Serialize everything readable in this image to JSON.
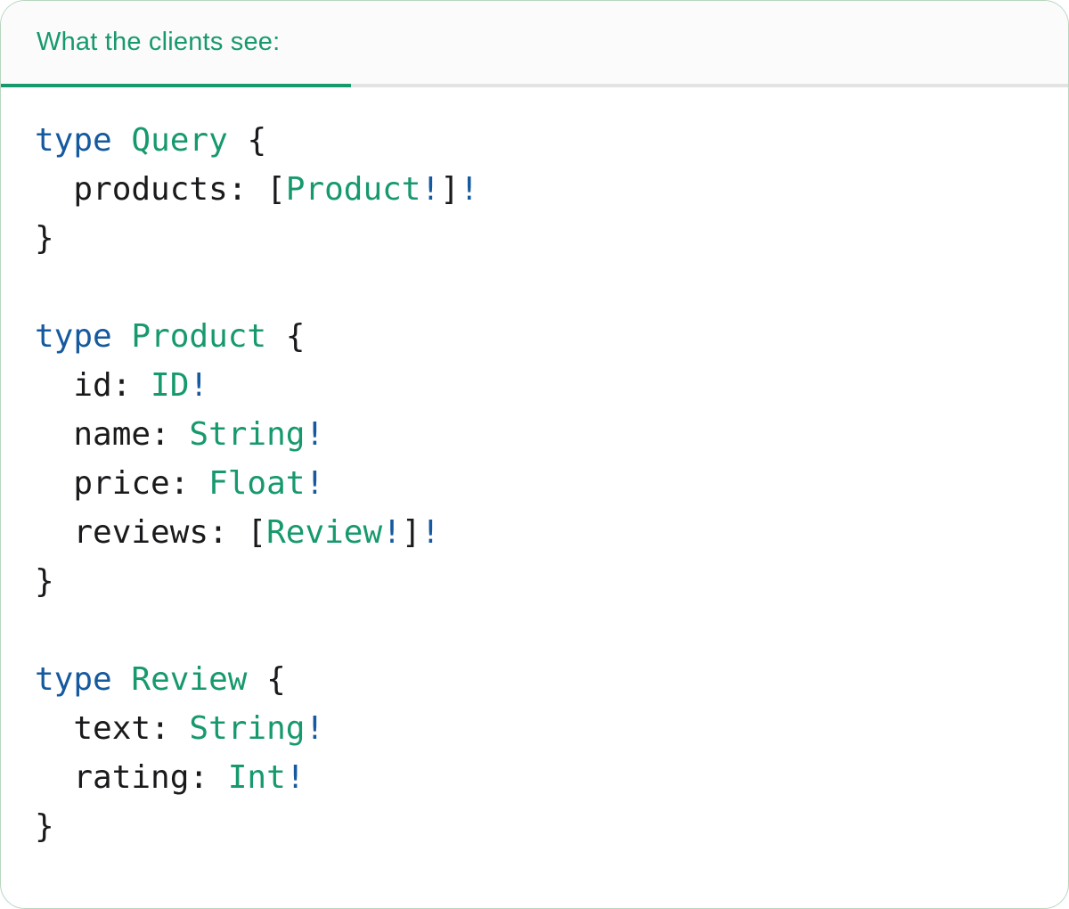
{
  "panel": {
    "tab_label": "What the clients see:",
    "colors": {
      "accent_teal": "#17996E",
      "keyword_blue": "#15599E",
      "code_text": "#1A1A1D",
      "header_bg": "#FBFBFB",
      "divider_gray": "#E3E3E3",
      "card_border_green": "#B9D6BE",
      "panel_bg": "#FFFFFF"
    }
  },
  "code": {
    "lines": [
      [
        [
          "type",
          "kw"
        ],
        [
          " ",
          "p"
        ],
        [
          "Query",
          "ty"
        ],
        [
          " {",
          "p"
        ]
      ],
      [
        [
          "  products: [",
          "p"
        ],
        [
          "Product",
          "ty"
        ],
        [
          "!",
          "kw"
        ],
        [
          "]",
          "p"
        ],
        [
          "!",
          "kw"
        ]
      ],
      [
        [
          "}",
          "p"
        ]
      ],
      [],
      [
        [
          "type",
          "kw"
        ],
        [
          " ",
          "p"
        ],
        [
          "Product",
          "ty"
        ],
        [
          " {",
          "p"
        ]
      ],
      [
        [
          "  id: ",
          "p"
        ],
        [
          "ID",
          "ty"
        ],
        [
          "!",
          "kw"
        ]
      ],
      [
        [
          "  name: ",
          "p"
        ],
        [
          "String",
          "ty"
        ],
        [
          "!",
          "kw"
        ]
      ],
      [
        [
          "  price: ",
          "p"
        ],
        [
          "Float",
          "ty"
        ],
        [
          "!",
          "kw"
        ]
      ],
      [
        [
          "  reviews: [",
          "p"
        ],
        [
          "Review",
          "ty"
        ],
        [
          "!",
          "kw"
        ],
        [
          "]",
          "p"
        ],
        [
          "!",
          "kw"
        ]
      ],
      [
        [
          "}",
          "p"
        ]
      ],
      [],
      [
        [
          "type",
          "kw"
        ],
        [
          " ",
          "p"
        ],
        [
          "Review",
          "ty"
        ],
        [
          " {",
          "p"
        ]
      ],
      [
        [
          "  text: ",
          "p"
        ],
        [
          "String",
          "ty"
        ],
        [
          "!",
          "kw"
        ]
      ],
      [
        [
          "  rating: ",
          "p"
        ],
        [
          "Int",
          "ty"
        ],
        [
          "!",
          "kw"
        ]
      ],
      [
        [
          "}",
          "p"
        ]
      ]
    ]
  }
}
